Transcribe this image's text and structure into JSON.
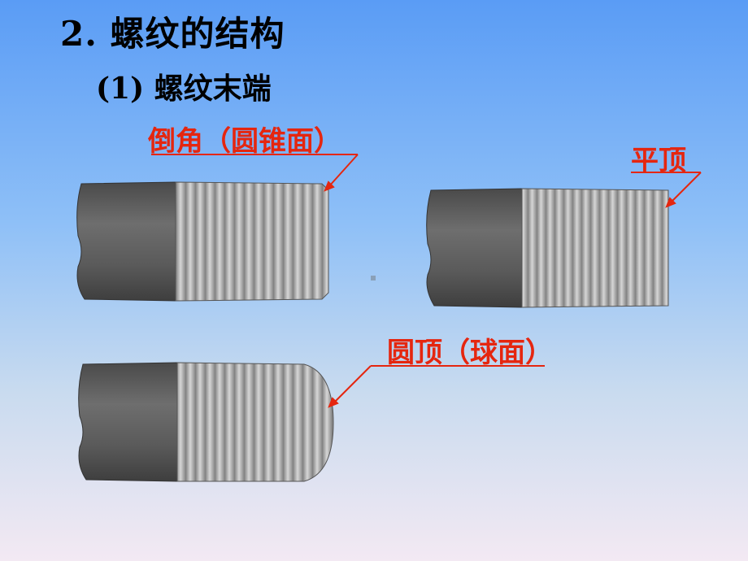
{
  "slide": {
    "title": "2. 螺纹的结构",
    "subtitle": "(1) 螺纹末端",
    "labels": {
      "chamfer": "倒角（圆锥面）",
      "flat": "平顶",
      "round": "圆顶（球面）"
    },
    "colors": {
      "label": "#e5260f",
      "shank": "#5f5f5f",
      "thread": "#a9a9a9"
    }
  }
}
